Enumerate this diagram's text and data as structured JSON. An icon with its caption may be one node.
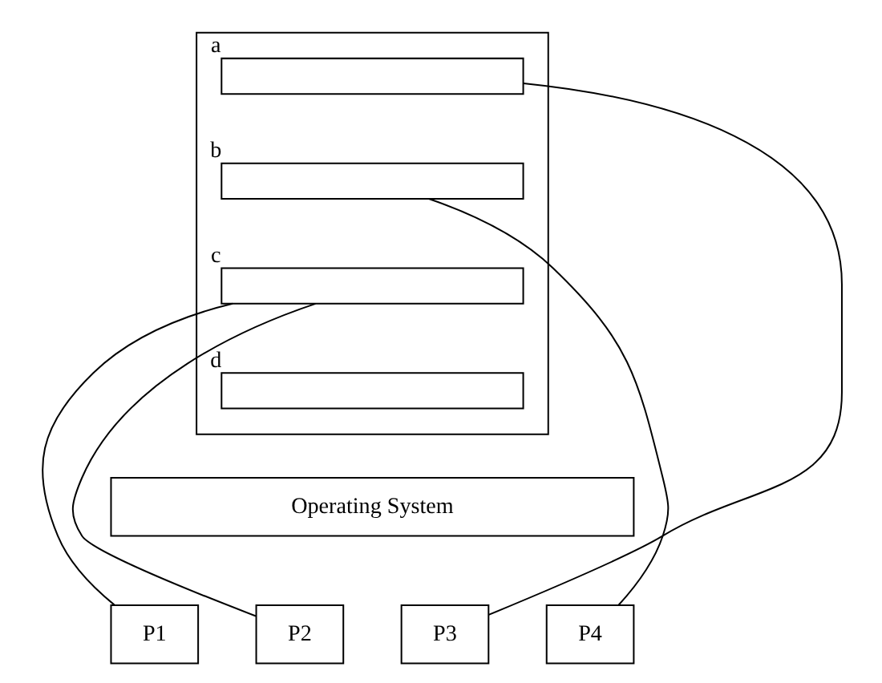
{
  "diagram": {
    "nodes": [
      {
        "text": [],
        "shape": "box"
      },
      {
        "text": [],
        "shape": "bar",
        "in": 0,
        "beside": [
          "a"
        ]
      },
      {
        "text": [],
        "shape": "bar",
        "in": 0,
        "beside": [
          "b"
        ]
      },
      {
        "text": [],
        "shape": "bar",
        "in": 0,
        "beside": [
          "c"
        ]
      },
      {
        "text": [],
        "shape": "bar",
        "in": 0,
        "beside": [
          "d"
        ]
      },
      {
        "text": [
          "Operating System"
        ]
      },
      {
        "text": [
          "P1"
        ]
      },
      {
        "text": [
          "P2"
        ]
      },
      {
        "text": [
          "P3"
        ]
      },
      {
        "text": [
          "P4"
        ]
      }
    ],
    "edges": [
      {
        "from": 3,
        "to": 6,
        "arrow": "none"
      },
      {
        "from": 3,
        "to": 7,
        "arrow": "none"
      },
      {
        "from": 1,
        "to": 8,
        "arrow": "none"
      },
      {
        "from": 2,
        "to": 9,
        "arrow": "none"
      }
    ]
  }
}
